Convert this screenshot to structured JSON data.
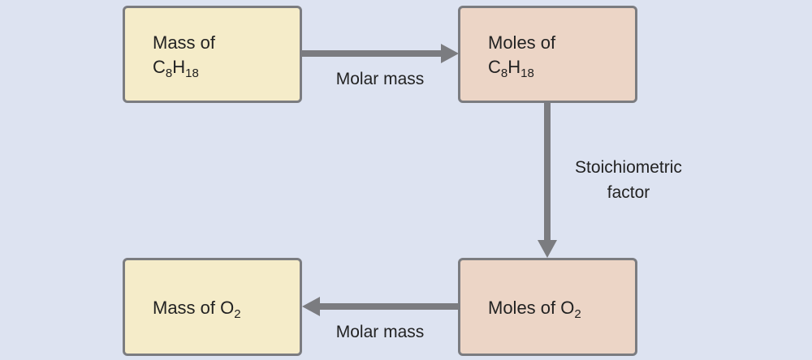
{
  "boxes": {
    "mass_c8h18": {
      "line1": "Mass of",
      "formula": {
        "c": "C",
        "c_sub": "8",
        "h": "H",
        "h_sub": "18"
      }
    },
    "moles_c8h18": {
      "line1": "Moles of",
      "formula": {
        "c": "C",
        "c_sub": "8",
        "h": "H",
        "h_sub": "18"
      }
    },
    "mass_o2": {
      "text": "Mass of O",
      "sub": "2"
    },
    "moles_o2": {
      "text": "Moles of O",
      "sub": "2"
    }
  },
  "labels": {
    "top_arrow": "Molar mass",
    "right_arrow_line1": "Stoichiometric",
    "right_arrow_line2": "factor",
    "bottom_arrow": "Molar mass"
  },
  "colors": {
    "background": "#dde3f1",
    "mass_box": "#f5ecc9",
    "moles_box": "#ecd5c6",
    "border": "#7b7c80",
    "arrow": "#7b7c80"
  }
}
